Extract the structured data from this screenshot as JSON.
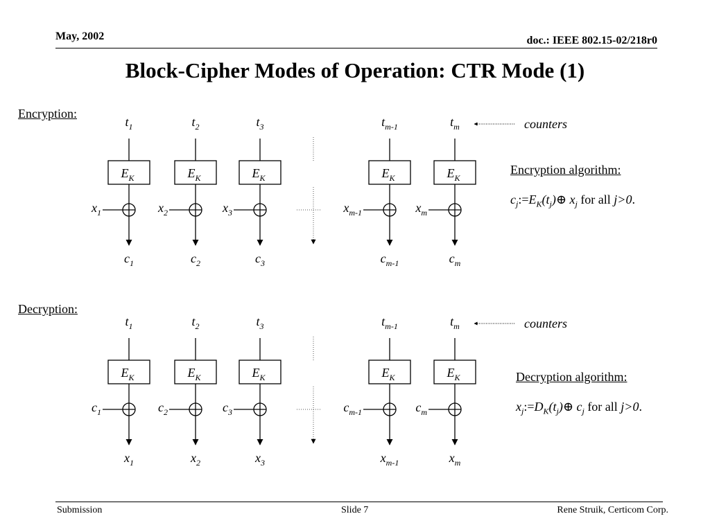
{
  "header": {
    "date": "May, 2002",
    "doc": "doc.: IEEE 802.15-02/218r0"
  },
  "title": "Block-Cipher Modes of Operation: CTR Mode (1)",
  "encryption": {
    "label": "Encryption:",
    "counters_label": "counters",
    "block_label": {
      "main": "E",
      "sub": "K"
    },
    "counters": [
      {
        "main": "t",
        "sub": "1"
      },
      {
        "main": "t",
        "sub": "2"
      },
      {
        "main": "t",
        "sub": "3"
      },
      {
        "main": "t",
        "sub": "m-1"
      },
      {
        "main": "t",
        "sub": "m"
      }
    ],
    "inputs": [
      {
        "main": "x",
        "sub": "1"
      },
      {
        "main": "x",
        "sub": "2"
      },
      {
        "main": "x",
        "sub": "3"
      },
      {
        "main": "x",
        "sub": "m-1"
      },
      {
        "main": "x",
        "sub": "m"
      }
    ],
    "outputs": [
      {
        "main": "c",
        "sub": "1"
      },
      {
        "main": "c",
        "sub": "2"
      },
      {
        "main": "c",
        "sub": "3"
      },
      {
        "main": "c",
        "sub": "m-1"
      },
      {
        "main": "c",
        "sub": "m"
      }
    ],
    "algorithm_heading": "Encryption algorithm:",
    "formula": {
      "lhs": "c",
      "lhs_sub": "j",
      "assign": ":=",
      "fn": "E",
      "fn_sub": "K",
      "arg": "t",
      "arg_sub": "j",
      "op": "⊕",
      "var": "x",
      "var_sub": "j",
      "tail": " for all ",
      "cond": "j>0",
      "end": "."
    }
  },
  "decryption": {
    "label": "Decryption:",
    "counters_label": "counters",
    "block_label": {
      "main": "E",
      "sub": "K"
    },
    "counters": [
      {
        "main": "t",
        "sub": "1"
      },
      {
        "main": "t",
        "sub": "2"
      },
      {
        "main": "t",
        "sub": "3"
      },
      {
        "main": "t",
        "sub": "m-1"
      },
      {
        "main": "t",
        "sub": "m"
      }
    ],
    "inputs": [
      {
        "main": "c",
        "sub": "1"
      },
      {
        "main": "c",
        "sub": "2"
      },
      {
        "main": "c",
        "sub": "3"
      },
      {
        "main": "c",
        "sub": "m-1"
      },
      {
        "main": "c",
        "sub": "m"
      }
    ],
    "outputs": [
      {
        "main": "x",
        "sub": "1"
      },
      {
        "main": "x",
        "sub": "2"
      },
      {
        "main": "x",
        "sub": "3"
      },
      {
        "main": "x",
        "sub": "m-1"
      },
      {
        "main": "x",
        "sub": "m"
      }
    ],
    "algorithm_heading": "Decryption algorithm:",
    "formula": {
      "lhs": "x",
      "lhs_sub": "j",
      "assign": ":=",
      "fn": "D",
      "fn_sub": "K",
      "arg": "t",
      "arg_sub": "j",
      "op": "⊕",
      "var": "c",
      "var_sub": "j",
      "tail": " for all ",
      "cond": "j>0",
      "end": "."
    }
  },
  "footer": {
    "left": "Submission",
    "center": "Slide 7",
    "right": "Rene Struik, Certicom Corp."
  }
}
